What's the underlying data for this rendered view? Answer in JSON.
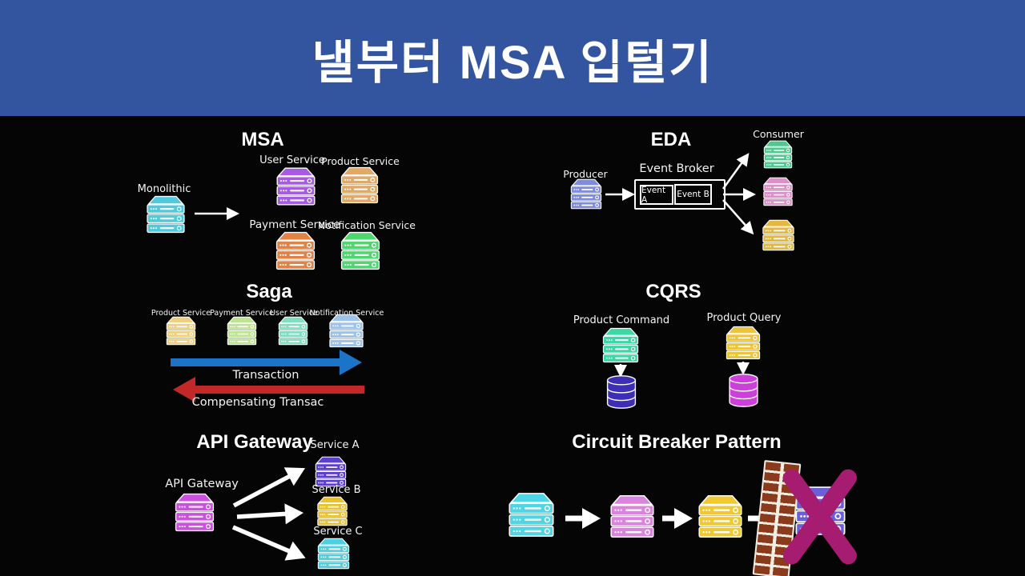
{
  "banner": {
    "title": "낼부터 MSA 입털기",
    "bg_color": "#3355A0",
    "text_color": "#FFFFFF"
  },
  "sections": {
    "msa": {
      "title": "MSA",
      "monolithic": {
        "label": "Monolithic",
        "color": "#4FC9DC"
      },
      "user_service": {
        "label": "User Service",
        "color": "#A55BE3"
      },
      "product_service": {
        "label": "Product Service",
        "color": "#E2A965"
      },
      "payment_service": {
        "label": "Payment Service",
        "color": "#E08348"
      },
      "notification_service": {
        "label": "Notification Service",
        "color": "#4FD671"
      }
    },
    "eda": {
      "title": "EDA",
      "producer": {
        "label": "Producer",
        "color": "#7E8CE0"
      },
      "event_broker": {
        "label": "Event Broker",
        "event_a": "Event A",
        "event_b": "Event B"
      },
      "consumers": {
        "label": "Consumer",
        "consumer_1_color": "#4CC98E",
        "consumer_2_color": "#DD8FC9",
        "consumer_3_color": "#E3B83B"
      }
    },
    "saga": {
      "title": "Saga",
      "product_service": {
        "label": "Product Service",
        "color": "#EFD080"
      },
      "payment_service": {
        "label": "Payment Service",
        "color": "#BCE493"
      },
      "user_service": {
        "label": "User Service",
        "color": "#7FDFBF"
      },
      "notification_service": {
        "label": "Notification Service",
        "color": "#9FC2E8"
      },
      "transaction": {
        "label": "Transaction",
        "color": "#1B74C8"
      },
      "compensating_transaction": {
        "label": "Compensating Transac",
        "color": "#C22828"
      }
    },
    "cqrs": {
      "title": "CQRS",
      "product_command": {
        "label": "Product Command",
        "color": "#3BD8A6",
        "db_color": "#3D2EB5"
      },
      "product_query": {
        "label": "Product Query",
        "color": "#EFC437",
        "db_color": "#CC3FD9"
      }
    },
    "api_gateway": {
      "title": "API Gateway",
      "gateway": {
        "label": "API Gateway",
        "color": "#CC4FE0"
      },
      "service_a": {
        "label": "Service A",
        "color": "#5B3FD0"
      },
      "service_b": {
        "label": "Service B",
        "color": "#E8C231"
      },
      "service_c": {
        "label": "Service C",
        "color": "#4FD0E0"
      }
    },
    "circuit_breaker": {
      "title": "Circuit Breaker Pattern",
      "service_1_color": "#4FD5E5",
      "service_2_color": "#DC82DF",
      "service_3_color": "#F0C832",
      "service_4_color": "#6B5FD8",
      "x_color": "#A61C71",
      "wall_color": "#8B3A1C"
    }
  }
}
